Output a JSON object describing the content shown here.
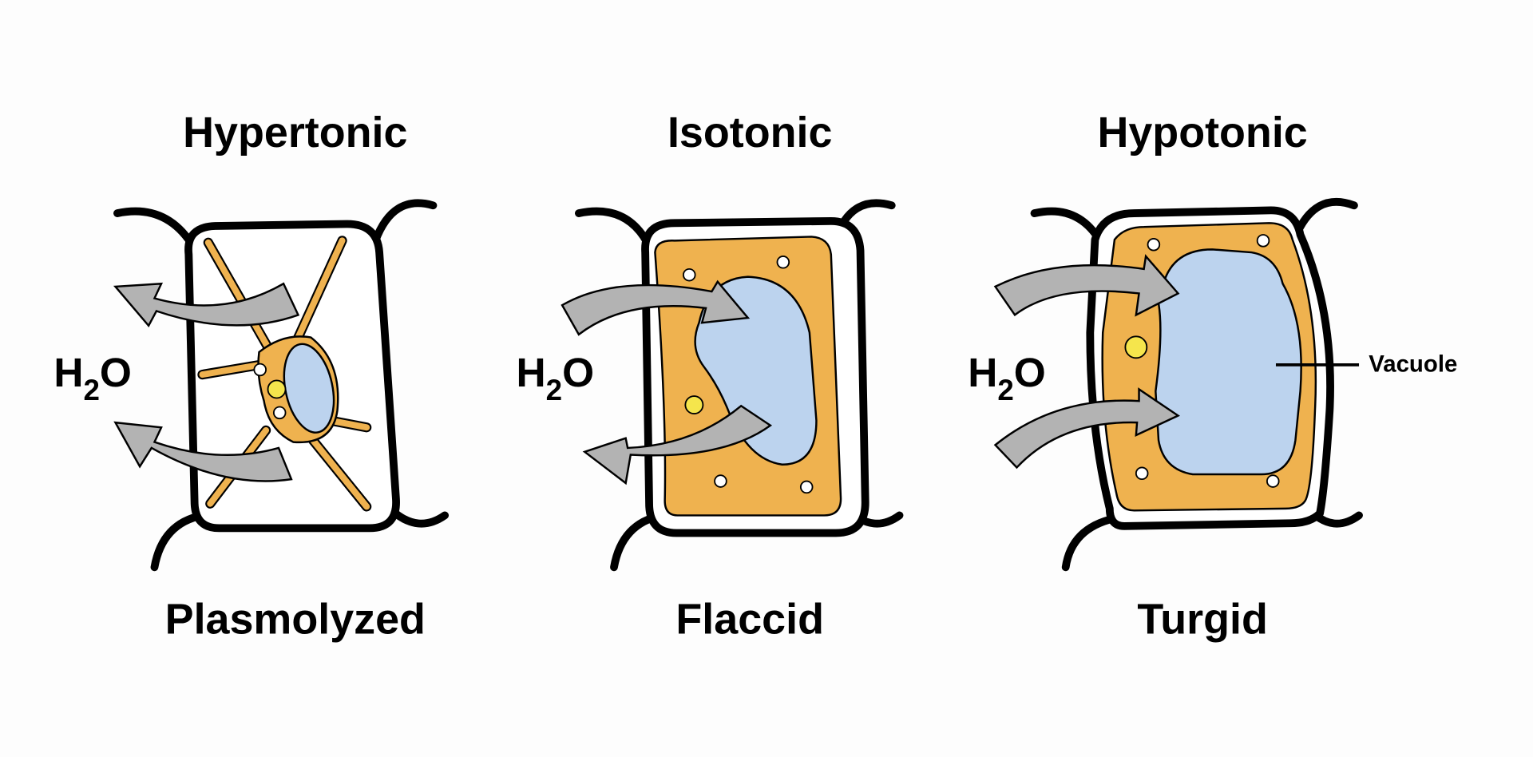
{
  "colors": {
    "cytoplasm": "#efb24f",
    "vacuole": "#bcd3ee",
    "nucleus": "#f5e54c",
    "arrow": "#b3b3b3",
    "wall": "#000000"
  },
  "panels": [
    {
      "title": "Hypertonic",
      "state": "Plasmolyzed",
      "water_label": {
        "main": "H",
        "subscript": "2",
        "end": "O"
      },
      "water_flow": "out"
    },
    {
      "title": "Isotonic",
      "state": "Flaccid",
      "water_label": {
        "main": "H",
        "subscript": "2",
        "end": "O"
      },
      "water_flow": "in-and-out"
    },
    {
      "title": "Hypotonic",
      "state": "Turgid",
      "water_label": {
        "main": "H",
        "subscript": "2",
        "end": "O"
      },
      "water_flow": "in",
      "callout": "Vacuole"
    }
  ]
}
